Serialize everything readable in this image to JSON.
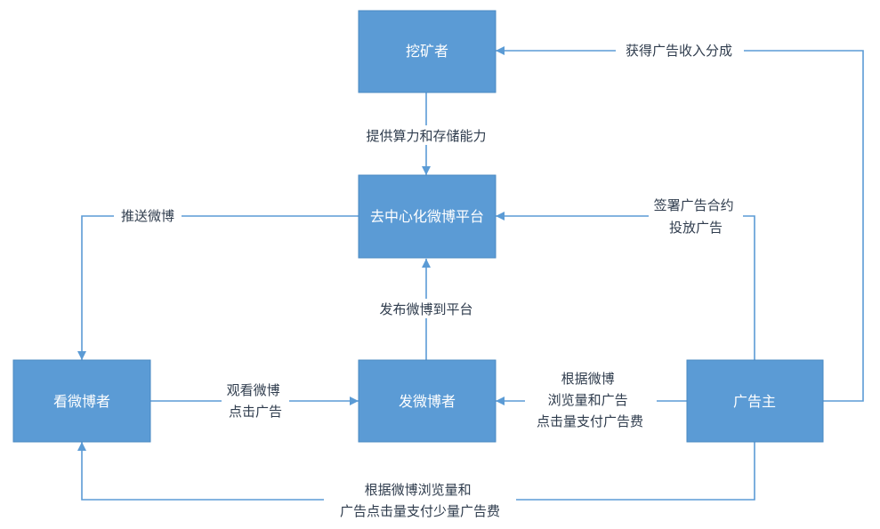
{
  "colors": {
    "box_fill": "#5b9bd5",
    "edge": "#5b9bd5",
    "text_light": "#ffffff",
    "text_dark": "#2f3c4d"
  },
  "nodes": {
    "miner": "挖矿者",
    "platform": "去中心化微博平台",
    "viewer": "看微博者",
    "poster": "发微博者",
    "advertiser": "广告主"
  },
  "edges": {
    "advertiser_to_miner": [
      "获得广告收入分成"
    ],
    "miner_to_platform": [
      "提供算力和存储能力"
    ],
    "advertiser_to_platform": [
      "签署广告合约",
      "投放广告"
    ],
    "platform_to_viewer": [
      "推送微博"
    ],
    "poster_to_platform": [
      "发布微博到平台"
    ],
    "viewer_to_poster": [
      "观看微博",
      "点击广告"
    ],
    "advertiser_to_poster": [
      "根据微博",
      "浏览量和广告",
      "点击量支付广告费"
    ],
    "advertiser_to_viewer": [
      "根据微博浏览量和",
      "广告点击量支付少量广告费"
    ]
  }
}
